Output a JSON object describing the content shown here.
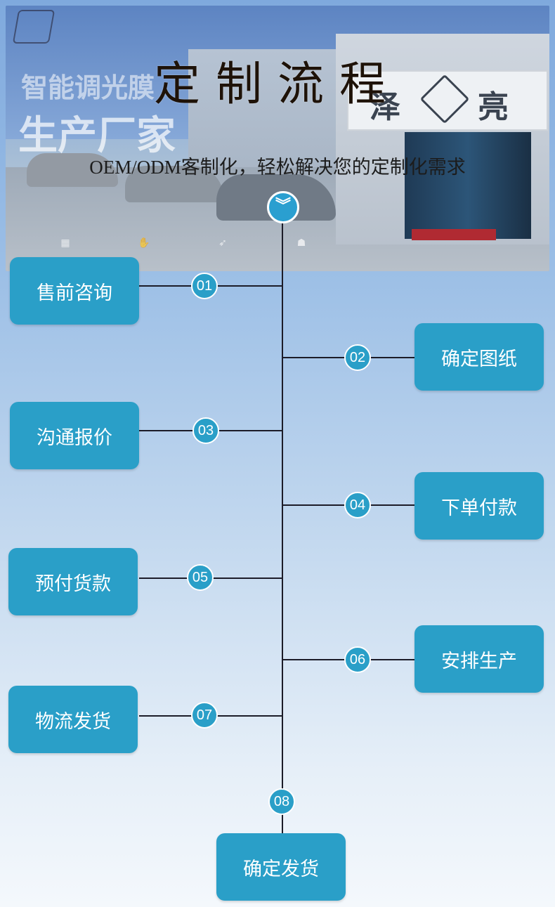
{
  "banner": {
    "title": "定制流程",
    "subtitle": "OEM/ODM客制化，轻松解决您的定制化需求",
    "background_text_1": "智能调光膜",
    "background_text_2": "生产厂家",
    "sign_left": "泽",
    "sign_right": "亮"
  },
  "steps": [
    {
      "num": "01",
      "label": "售前咨询"
    },
    {
      "num": "02",
      "label": "确定图纸"
    },
    {
      "num": "03",
      "label": "沟通报价"
    },
    {
      "num": "04",
      "label": "下单付款"
    },
    {
      "num": "05",
      "label": "预付货款"
    },
    {
      "num": "06",
      "label": "安排生产"
    },
    {
      "num": "07",
      "label": "物流发货"
    },
    {
      "num": "08",
      "label": "确定发货"
    }
  ],
  "colors": {
    "accent": "#2a9fc8",
    "line": "#1c1c28"
  },
  "icons": [
    "chevron-down-icon"
  ]
}
